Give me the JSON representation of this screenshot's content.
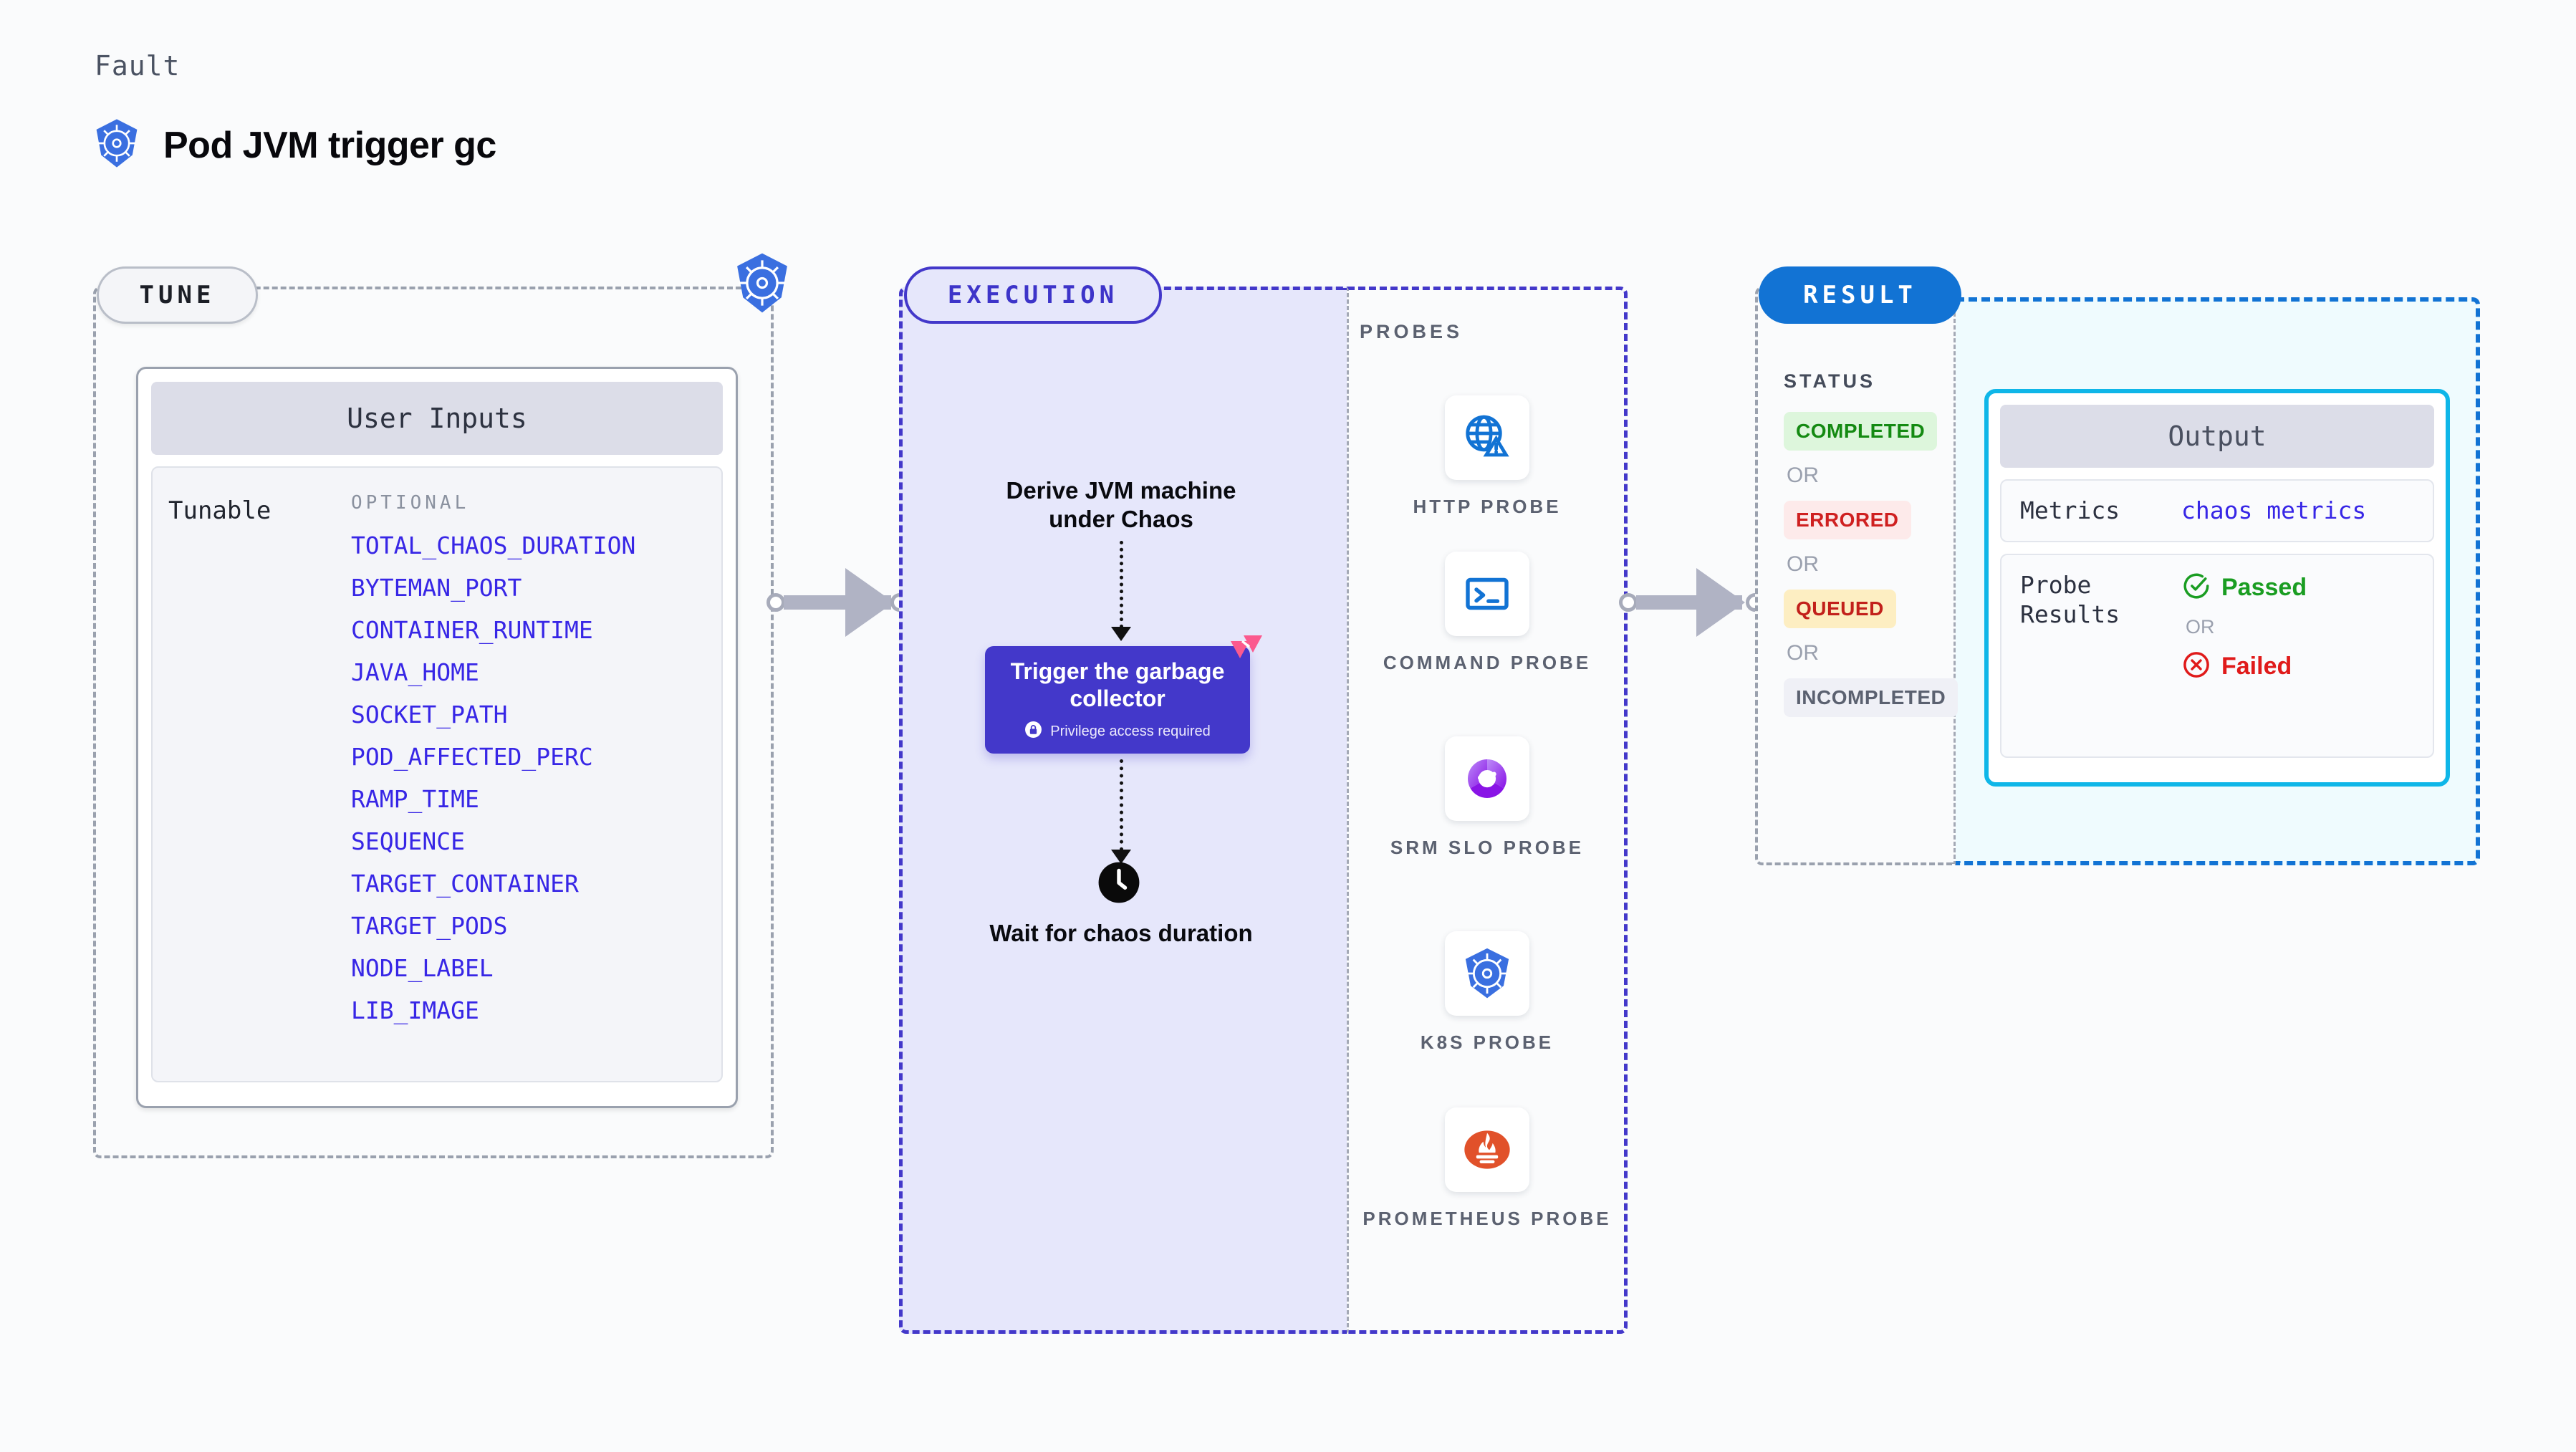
{
  "header": {
    "kicker": "Fault",
    "title": "Pod JVM trigger gc",
    "icon": "kubernetes-icon"
  },
  "tune": {
    "stage_label": "TUNE",
    "border_icon": "kubernetes-icon",
    "card_title": "User Inputs",
    "section_label": "Tunable",
    "optional_label": "OPTIONAL",
    "tunables": [
      "TOTAL_CHAOS_DURATION",
      "BYTEMAN_PORT",
      "CONTAINER_RUNTIME",
      "JAVA_HOME",
      "SOCKET_PATH",
      "POD_AFFECTED_PERC",
      "RAMP_TIME",
      "SEQUENCE",
      "TARGET_CONTAINER",
      "TARGET_PODS",
      "NODE_LABEL",
      "LIB_IMAGE"
    ]
  },
  "execution": {
    "stage_label": "EXECUTION",
    "step_derive": "Derive JVM machine under Chaos",
    "action_title": "Trigger the garbage collector",
    "action_note": "Privilege access required",
    "action_note_icon": "lock-icon",
    "action_badge_icon": "chaos-fault-badge-icon",
    "step_wait": "Wait for chaos duration",
    "step_wait_icon": "clock-icon"
  },
  "probes": {
    "section_label": "PROBES",
    "items": [
      {
        "label": "HTTP PROBE",
        "icon": "globe-warning-icon"
      },
      {
        "label": "COMMAND PROBE",
        "icon": "terminal-icon"
      },
      {
        "label": "SRM SLO PROBE",
        "icon": "srm-slo-icon"
      },
      {
        "label": "K8S PROBE",
        "icon": "kubernetes-icon"
      },
      {
        "label": "PROMETHEUS PROBE",
        "icon": "prometheus-icon"
      }
    ]
  },
  "result": {
    "stage_label": "RESULT",
    "status_label": "STATUS",
    "or_label": "OR",
    "statuses": [
      {
        "label": "COMPLETED",
        "bg": "#ddf6dc",
        "fg": "#148a12"
      },
      {
        "label": "ERRORED",
        "bg": "#fdeaea",
        "fg": "#cf2020"
      },
      {
        "label": "QUEUED",
        "bg": "#fdeec2",
        "fg": "#c2201b"
      },
      {
        "label": "INCOMPLETED",
        "bg": "#eff0f6",
        "fg": "#5b6170"
      }
    ],
    "output": {
      "title": "Output",
      "metrics_key": "Metrics",
      "metrics_value": "chaos metrics",
      "probe_key": "Probe Results",
      "passed_label": "Passed",
      "passed_icon": "check-circle-icon",
      "or_label": "OR",
      "failed_label": "Failed",
      "failed_icon": "x-circle-icon"
    }
  },
  "colors": {
    "brand_indigo": "#4338ca",
    "link_blue": "#3726e6",
    "result_blue": "#1273d4",
    "output_cyan": "#0fb6e8",
    "k8s_blue": "#3a6fe0",
    "badge_pink": "#fb5a8e"
  }
}
